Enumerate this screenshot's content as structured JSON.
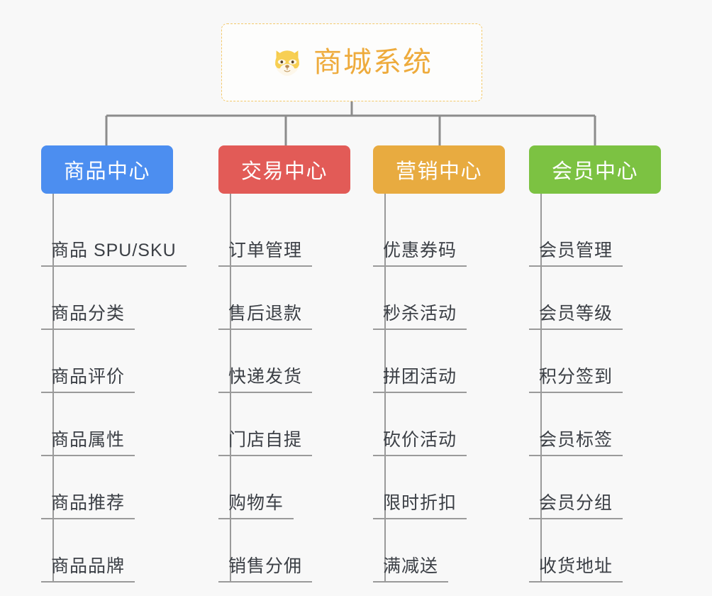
{
  "canvas": {
    "background": "#f8f8f8",
    "connector_color": "#8c8c8c"
  },
  "root": {
    "title": "商城系统",
    "icon": "shiba-dog-icon",
    "text_color": "#eeab3c",
    "border_color": "#f3c96b"
  },
  "branches": [
    {
      "id": "product",
      "label": "商品中心",
      "color": "#4c8ef0",
      "items": [
        "商品 SPU/SKU",
        "商品分类",
        "商品评价",
        "商品属性",
        "商品推荐",
        "商品品牌"
      ]
    },
    {
      "id": "trade",
      "label": "交易中心",
      "color": "#e25b57",
      "items": [
        "订单管理",
        "售后退款",
        "快递发货",
        "门店自提",
        "购物车",
        "销售分佣"
      ]
    },
    {
      "id": "marketing",
      "label": "营销中心",
      "color": "#e8ab40",
      "items": [
        "优惠券码",
        "秒杀活动",
        "拼团活动",
        "砍价活动",
        "限时折扣",
        "满减送"
      ]
    },
    {
      "id": "member",
      "label": "会员中心",
      "color": "#7cc242",
      "items": [
        "会员管理",
        "会员等级",
        "积分签到",
        "会员标签",
        "会员分组",
        "收货地址"
      ]
    }
  ]
}
